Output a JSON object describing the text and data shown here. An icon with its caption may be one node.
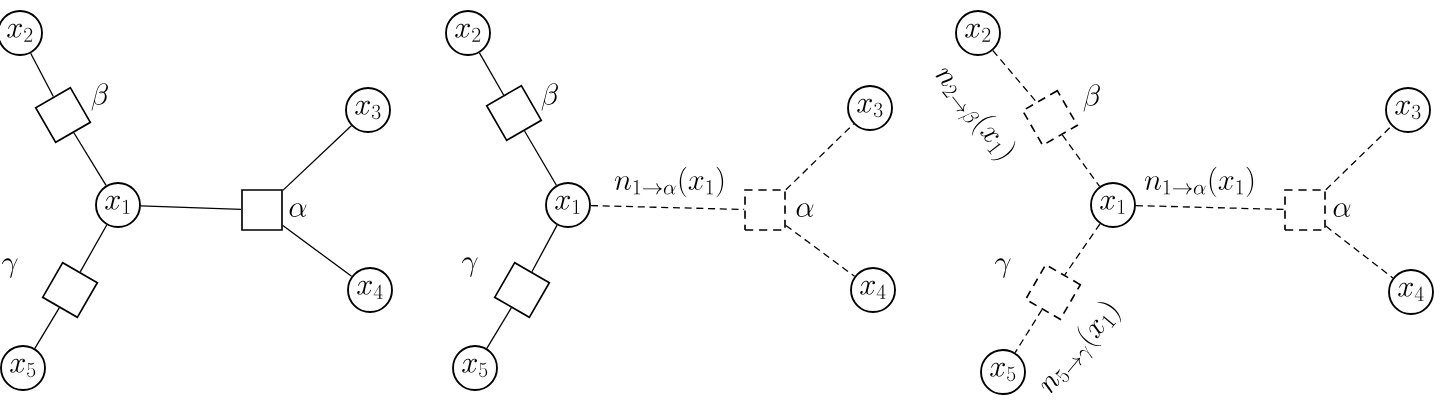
{
  "diagram": {
    "nodes": [
      {
        "text": [
          "x_2"
        ]
      },
      {
        "text": [],
        "shape": "box",
        "beside": [
          "\\beta"
        ]
      },
      {
        "text": [
          "x_3"
        ]
      },
      {
        "text": [
          "x_1"
        ]
      },
      {
        "text": [],
        "shape": "box",
        "beside": [
          "\\alpha"
        ]
      },
      {
        "text": [],
        "shape": "box",
        "beside": [
          "\\gamma"
        ]
      },
      {
        "text": [
          "x_4"
        ]
      },
      {
        "text": [
          "x_5"
        ]
      },
      {
        "text": [
          "x_2"
        ]
      },
      {
        "text": [],
        "shape": "box",
        "beside": [
          "\\beta"
        ]
      },
      {
        "text": [
          "x_3"
        ]
      },
      {
        "text": [
          "x_1"
        ]
      },
      {
        "text": [],
        "shape": "box",
        "beside": [
          "\\alpha"
        ]
      },
      {
        "text": [],
        "shape": "box",
        "beside": [
          "\\gamma"
        ]
      },
      {
        "text": [
          "x_4"
        ]
      },
      {
        "text": [
          "x_5"
        ]
      },
      {
        "text": [
          "x_2"
        ]
      },
      {
        "text": [],
        "shape": "box",
        "beside": [
          "\\beta"
        ]
      },
      {
        "text": [
          "x_3"
        ]
      },
      {
        "text": [
          "x_1"
        ]
      },
      {
        "text": [],
        "shape": "box",
        "beside": [
          "\\alpha"
        ]
      },
      {
        "text": [],
        "shape": "box",
        "beside": [
          "\\gamma"
        ]
      },
      {
        "text": [
          "x_4"
        ]
      },
      {
        "text": [
          "x_5"
        ]
      }
    ],
    "edges": [
      {
        "from": 0,
        "to": 1,
        "arrow": "none"
      },
      {
        "from": 1,
        "to": 3,
        "arrow": "none"
      },
      {
        "from": 3,
        "to": 4,
        "arrow": "none"
      },
      {
        "from": 4,
        "to": 2,
        "arrow": "none"
      },
      {
        "from": 4,
        "to": 6,
        "arrow": "none"
      },
      {
        "from": 3,
        "to": 5,
        "arrow": "none"
      },
      {
        "from": 5,
        "to": 7,
        "arrow": "none"
      },
      {
        "from": 8,
        "to": 9,
        "arrow": "none"
      },
      {
        "from": 9,
        "to": 11,
        "arrow": "none"
      },
      {
        "from": 11,
        "to": 12,
        "arrow": "none",
        "style": "dashed",
        "label": "n_{1\\to\\alpha}(x_1)"
      },
      {
        "from": 12,
        "to": 10,
        "arrow": "none",
        "style": "dashed"
      },
      {
        "from": 12,
        "to": 14,
        "arrow": "none",
        "style": "dashed"
      },
      {
        "from": 11,
        "to": 13,
        "arrow": "none"
      },
      {
        "from": 13,
        "to": 15,
        "arrow": "none"
      },
      {
        "from": 16,
        "to": 17,
        "arrow": "none",
        "style": "dashed",
        "label": "n_{2\\to\\beta}(x_1)"
      },
      {
        "from": 17,
        "to": 19,
        "arrow": "none",
        "style": "dashed"
      },
      {
        "from": 19,
        "to": 20,
        "arrow": "none",
        "style": "dashed",
        "label": "n_{1\\to\\alpha}(x_1)"
      },
      {
        "from": 20,
        "to": 18,
        "arrow": "none",
        "style": "dashed"
      },
      {
        "from": 20,
        "to": 22,
        "arrow": "none",
        "style": "dashed"
      },
      {
        "from": 19,
        "to": 21,
        "arrow": "none",
        "style": "dashed"
      },
      {
        "from": 21,
        "to": 23,
        "arrow": "none",
        "style": "dashed",
        "label": "n_{5\\to\\gamma}(x_1)"
      }
    ]
  }
}
